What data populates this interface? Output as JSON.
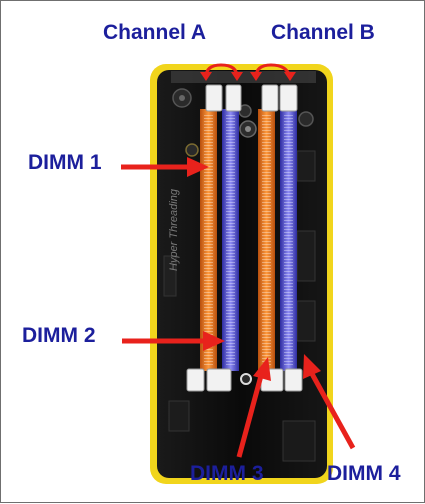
{
  "diagram": {
    "labels": {
      "channel_a": "Channel A",
      "channel_b": "Channel B",
      "dimm_1": "DIMM 1",
      "dimm_2": "DIMM 2",
      "dimm_3": "DIMM 3",
      "dimm_4": "DIMM 4"
    },
    "board_text": "Hyper Threading",
    "colors": {
      "label": "#1c1f9c",
      "arrow": "#e8221c",
      "frame": "#f1d51c",
      "board": "#0c0c0c",
      "slot_orange": "#f07a22",
      "slot_blue": "#5a56d8",
      "latch": "#f2f2f2"
    }
  }
}
